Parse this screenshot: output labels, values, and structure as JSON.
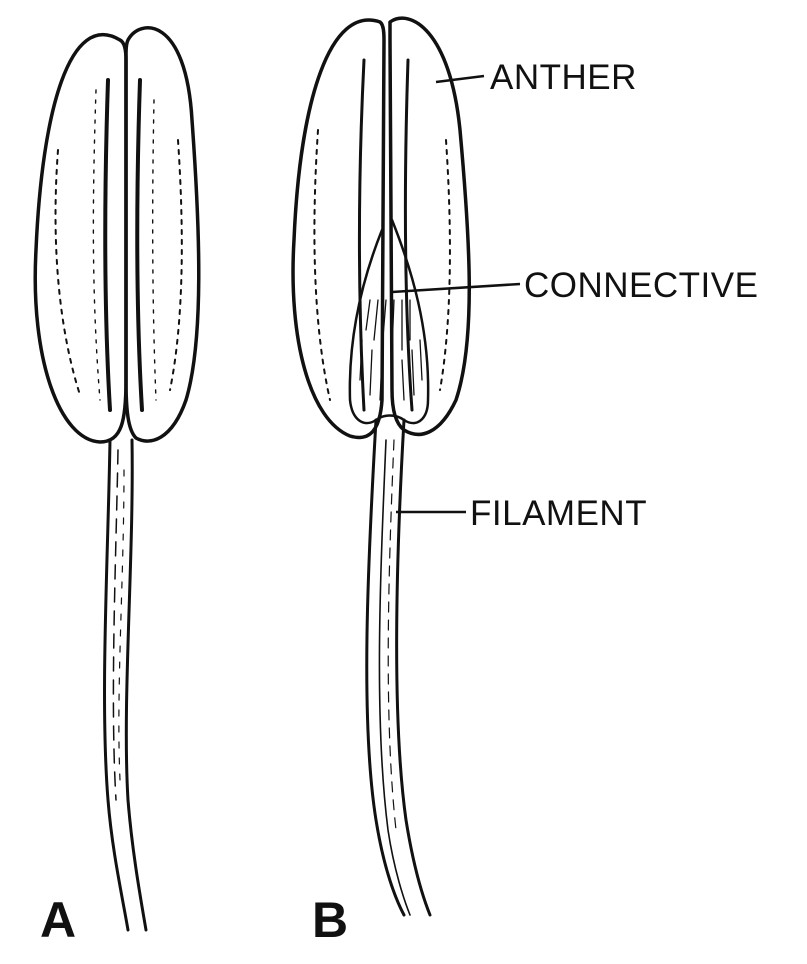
{
  "labels": {
    "anther": "ANTHER",
    "connective": "CONNECTIVE",
    "filament": "FILAMENT"
  },
  "panels": {
    "a": "A",
    "b": "B"
  },
  "colors": {
    "ink": "#111111",
    "background": "#ffffff"
  }
}
